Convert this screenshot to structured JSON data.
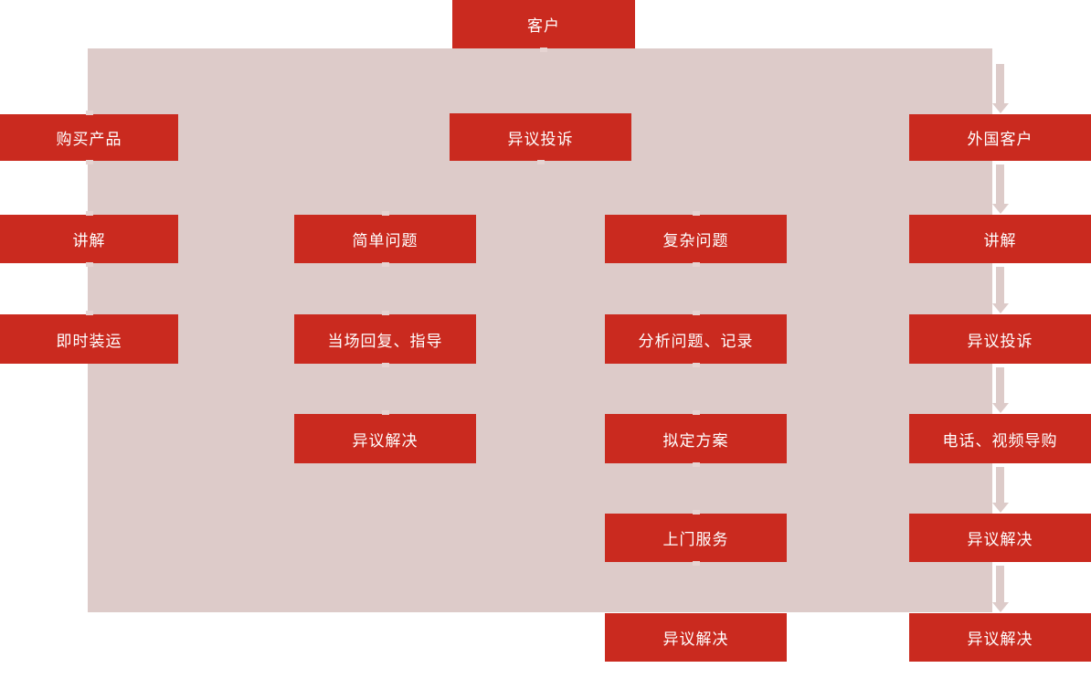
{
  "diagram": {
    "title": "客户",
    "colors": {
      "node_fill": "#ca2a1f",
      "node_text": "#ffffff",
      "panel_fill": "#ddcbc9",
      "arrow_fill": "#ddcbc9",
      "page_background": "#ffffff"
    },
    "columns": [
      {
        "id": "domestic-purchase",
        "nodes": [
          {
            "label": "购买产品"
          },
          {
            "label": "讲解"
          },
          {
            "label": "即时装运"
          }
        ]
      },
      {
        "id": "simple-issue",
        "nodes": [
          {
            "label": "简单问题"
          },
          {
            "label": "当场回复、指导"
          },
          {
            "label": "异议解决"
          }
        ]
      },
      {
        "id": "complaint",
        "nodes": [
          {
            "label": "异议投诉"
          }
        ]
      },
      {
        "id": "complex-issue",
        "nodes": [
          {
            "label": "复杂问题"
          },
          {
            "label": "分析问题、记录"
          },
          {
            "label": "拟定方案"
          },
          {
            "label": "上门服务"
          },
          {
            "label": "异议解决"
          }
        ]
      },
      {
        "id": "foreign-customer",
        "nodes": [
          {
            "label": "外国客户"
          },
          {
            "label": "讲解"
          },
          {
            "label": "异议投诉"
          },
          {
            "label": "电话、视频导购"
          },
          {
            "label": "异议解决"
          },
          {
            "label": "异议解决"
          }
        ]
      }
    ],
    "connectors": [
      {
        "name": "customer-to-foreign-customer",
        "type": "arrow-down"
      },
      {
        "name": "foreign-customer-to-explain",
        "type": "arrow-down"
      },
      {
        "name": "explain-to-complaint",
        "type": "arrow-down"
      },
      {
        "name": "complaint-to-phone-video-guide",
        "type": "arrow-down"
      },
      {
        "name": "phone-video-guide-to-resolution",
        "type": "arrow-down"
      },
      {
        "name": "resolution-to-final-resolution",
        "type": "arrow-down"
      }
    ]
  }
}
